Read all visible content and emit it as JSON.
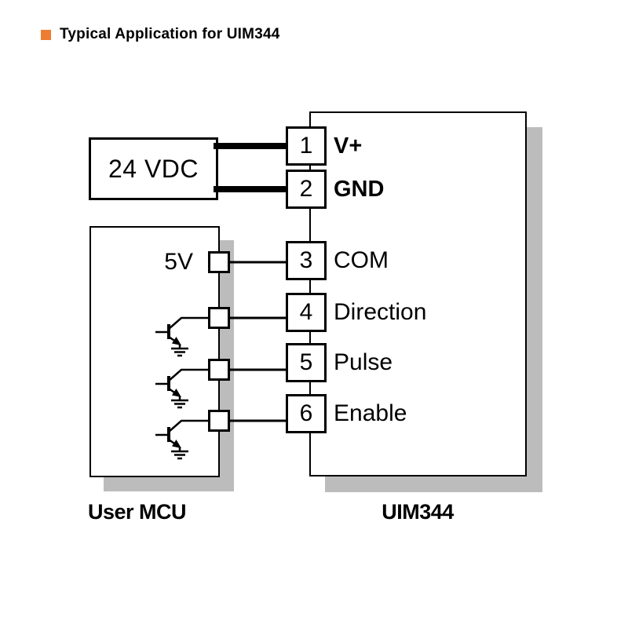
{
  "title": {
    "text": "Typical Application for UIM344"
  },
  "blocks": {
    "power_supply": {
      "label": "24 VDC"
    },
    "mcu": {
      "caption": "User MCU",
      "voltage_label": "5V"
    },
    "device": {
      "caption": "UIM344"
    }
  },
  "terminals": [
    {
      "number": "1",
      "label": "V+"
    },
    {
      "number": "2",
      "label": "GND"
    },
    {
      "number": "3",
      "label": "COM"
    },
    {
      "number": "4",
      "label": "Direction"
    },
    {
      "number": "5",
      "label": "Pulse"
    },
    {
      "number": "6",
      "label": "Enable"
    }
  ],
  "colors": {
    "accent_orange": "#ED7D31",
    "shadow_gray": "#BCBCBC",
    "line_black": "#000000",
    "background": "#FFFFFF"
  }
}
